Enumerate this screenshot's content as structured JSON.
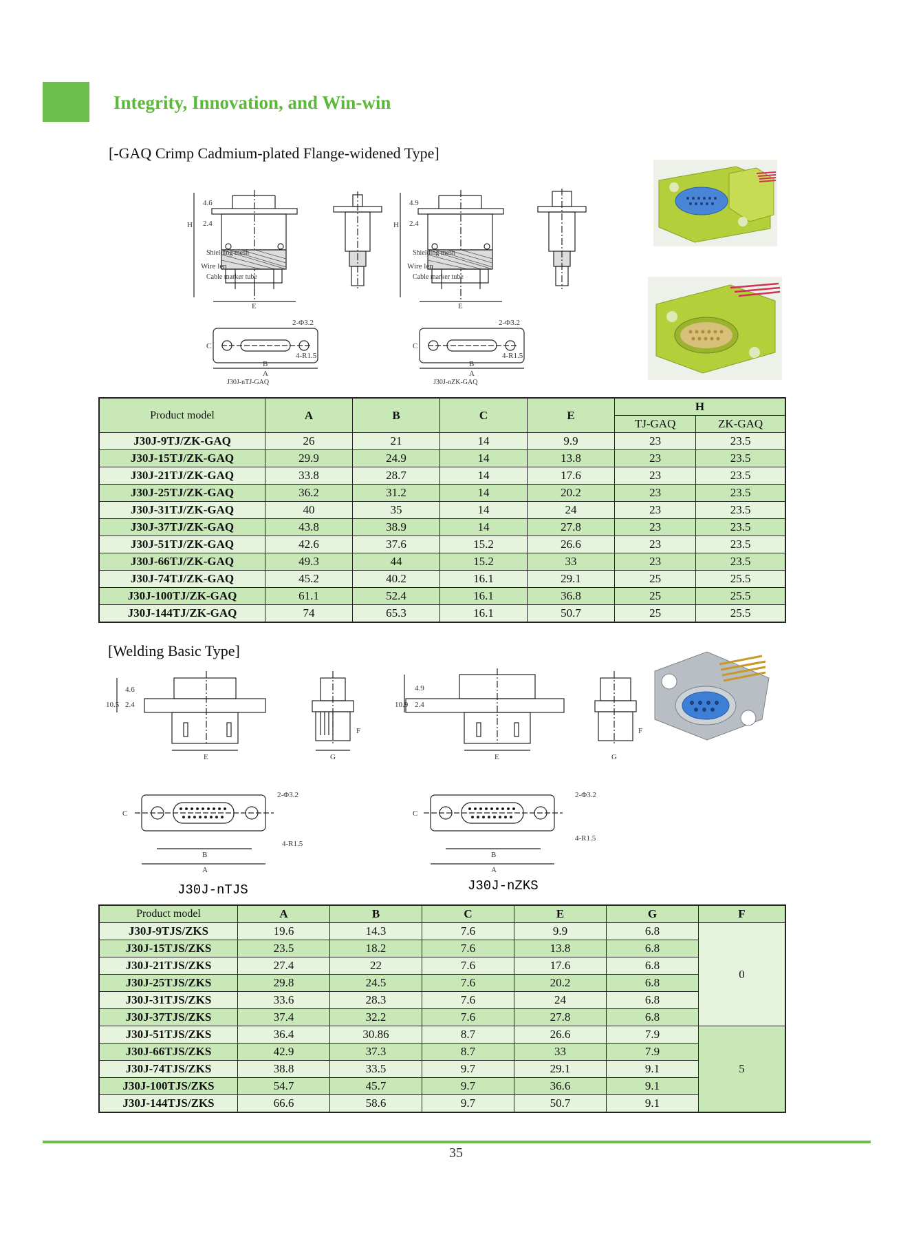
{
  "header": {
    "title": "Integrity, Innovation, and Win-win"
  },
  "section1": {
    "title": "[-GAQ Crimp Cadmium-plated Flange-widened Type]",
    "drawing_left": {
      "caption": "J30J-nTJ-GAQ",
      "labels": {
        "shielding_mesh": "Shielding mesh",
        "cable_marker_tube": "Cable marker tube",
        "wire_len": "Wire len",
        "holes": "2-Φ3.2",
        "radius": "4-R1.5",
        "dim_a": "A",
        "dim_b": "B",
        "dim_c": "C",
        "dim_e": "E",
        "dim_h": "H",
        "dim_46": "4.6",
        "dim_24": "2.4"
      }
    },
    "drawing_right": {
      "caption": "J30J-nZK-GAQ",
      "labels": {
        "shielding_mesh": "Shielding mesh",
        "cable_marker_tube": "Cable marker tube",
        "wire_len": "Wire len",
        "holes": "2-Φ3.2",
        "radius": "4-R1.5",
        "dim_a": "A",
        "dim_b": "B",
        "dim_c": "C",
        "dim_e": "E",
        "dim_h": "H",
        "dim_49": "4.9",
        "dim_24": "2.4"
      }
    },
    "table": {
      "headers": {
        "model": "Product model",
        "a": "A",
        "b": "B",
        "c": "C",
        "e": "E",
        "h": "H",
        "h1": "TJ-GAQ",
        "h2": "ZK-GAQ"
      },
      "rows": [
        [
          "J30J-9TJ/ZK-GAQ",
          "26",
          "21",
          "14",
          "9.9",
          "23",
          "23.5"
        ],
        [
          "J30J-15TJ/ZK-GAQ",
          "29.9",
          "24.9",
          "14",
          "13.8",
          "23",
          "23.5"
        ],
        [
          "J30J-21TJ/ZK-GAQ",
          "33.8",
          "28.7",
          "14",
          "17.6",
          "23",
          "23.5"
        ],
        [
          "J30J-25TJ/ZK-GAQ",
          "36.2",
          "31.2",
          "14",
          "20.2",
          "23",
          "23.5"
        ],
        [
          "J30J-31TJ/ZK-GAQ",
          "40",
          "35",
          "14",
          "24",
          "23",
          "23.5"
        ],
        [
          "J30J-37TJ/ZK-GAQ",
          "43.8",
          "38.9",
          "14",
          "27.8",
          "23",
          "23.5"
        ],
        [
          "J30J-51TJ/ZK-GAQ",
          "42.6",
          "37.6",
          "15.2",
          "26.6",
          "23",
          "23.5"
        ],
        [
          "J30J-66TJ/ZK-GAQ",
          "49.3",
          "44",
          "15.2",
          "33",
          "23",
          "23.5"
        ],
        [
          "J30J-74TJ/ZK-GAQ",
          "45.2",
          "40.2",
          "16.1",
          "29.1",
          "25",
          "25.5"
        ],
        [
          "J30J-100TJ/ZK-GAQ",
          "61.1",
          "52.4",
          "16.1",
          "36.8",
          "25",
          "25.5"
        ],
        [
          "J30J-144TJ/ZK-GAQ",
          "74",
          "65.3",
          "16.1",
          "50.7",
          "25",
          "25.5"
        ]
      ]
    }
  },
  "section2": {
    "title": "[Welding Basic Type]",
    "drawing_left": {
      "caption": "J30J-nTJS",
      "labels": {
        "holes": "2-Φ3.2",
        "radius": "4-R1.5",
        "dim_105": "10.5",
        "dim_46": "4.6",
        "dim_24": "2.4",
        "dim_a": "A",
        "dim_b": "B",
        "dim_c": "C",
        "dim_e": "E",
        "dim_f": "F",
        "dim_g": "G"
      }
    },
    "drawing_right": {
      "caption": "J30J-nZKS",
      "labels": {
        "holes": "2-Φ3.2",
        "radius": "4-R1.5",
        "dim_109": "10.9",
        "dim_49": "4.9",
        "dim_24": "2.4",
        "dim_a": "A",
        "dim_b": "B",
        "dim_c": "C",
        "dim_e": "E",
        "dim_f": "F",
        "dim_g": "G"
      }
    },
    "table": {
      "headers": {
        "model": "Product model",
        "a": "A",
        "b": "B",
        "c": "C",
        "e": "E",
        "g": "G",
        "f": "F"
      },
      "f_groups": [
        "0",
        "5"
      ],
      "rows": [
        [
          "J30J-9TJS/ZKS",
          "19.6",
          "14.3",
          "7.6",
          "9.9",
          "6.8"
        ],
        [
          "J30J-15TJS/ZKS",
          "23.5",
          "18.2",
          "7.6",
          "13.8",
          "6.8"
        ],
        [
          "J30J-21TJS/ZKS",
          "27.4",
          "22",
          "7.6",
          "17.6",
          "6.8"
        ],
        [
          "J30J-25TJS/ZKS",
          "29.8",
          "24.5",
          "7.6",
          "20.2",
          "6.8"
        ],
        [
          "J30J-31TJS/ZKS",
          "33.6",
          "28.3",
          "7.6",
          "24",
          "6.8"
        ],
        [
          "J30J-37TJS/ZKS",
          "37.4",
          "32.2",
          "7.6",
          "27.8",
          "6.8"
        ],
        [
          "J30J-51TJS/ZKS",
          "36.4",
          "30.86",
          "8.7",
          "26.6",
          "7.9"
        ],
        [
          "J30J-66TJS/ZKS",
          "42.9",
          "37.3",
          "8.7",
          "33",
          "7.9"
        ],
        [
          "J30J-74TJS/ZKS",
          "38.8",
          "33.5",
          "9.7",
          "29.1",
          "9.1"
        ],
        [
          "J30J-100TJS/ZKS",
          "54.7",
          "45.7",
          "9.7",
          "36.6",
          "9.1"
        ],
        [
          "J30J-144TJS/ZKS",
          "66.6",
          "58.6",
          "9.7",
          "50.7",
          "9.1"
        ]
      ]
    }
  },
  "footer": {
    "page_number": "35"
  },
  "colors": {
    "accent": "#6cbf4a",
    "row_dark": "#c9e8b8",
    "row_light": "#e6f4dd",
    "connector_yellow": "#b4cf3a",
    "connector_gray": "#b9bec4",
    "insert_blue": "#3d7fd6"
  }
}
